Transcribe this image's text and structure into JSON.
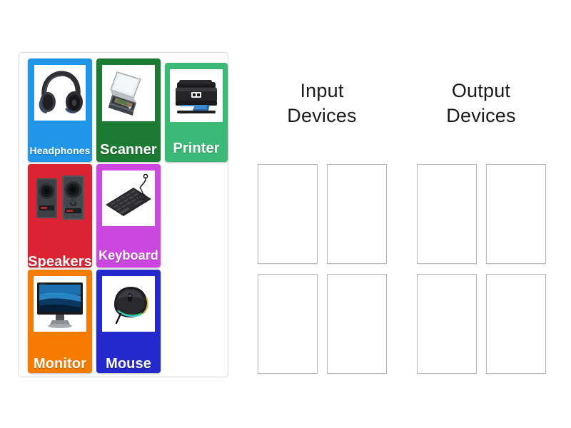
{
  "activity": {
    "type": "group-sort",
    "tray_label": "unsorted-items-tray"
  },
  "items": [
    {
      "label": "Headphones",
      "color": "#2196e8",
      "icon": "headphones-image",
      "framed": true
    },
    {
      "label": "Scanner",
      "color": "#1d7a33",
      "icon": "scanner-image",
      "framed": true
    },
    {
      "label": "Printer",
      "color": "#3bba77",
      "icon": "printer-image",
      "framed": true
    },
    {
      "label": "Speakers",
      "color": "#dc2333",
      "icon": "speakers-image",
      "framed": false
    },
    {
      "label": "Keyboard",
      "color": "#cc46e0",
      "icon": "keyboard-image",
      "framed": true
    },
    {
      "label": "Monitor",
      "color": "#f57c00",
      "icon": "monitor-image",
      "framed": true
    },
    {
      "label": "Mouse",
      "color": "#2329cc",
      "icon": "mouse-image",
      "framed": true
    }
  ],
  "categories": [
    {
      "title_line1": "Input",
      "title_line2": "Devices",
      "slots": [
        "",
        "",
        "",
        ""
      ]
    },
    {
      "title_line1": "Output",
      "title_line2": "Devices",
      "slots": [
        "",
        "",
        "",
        ""
      ]
    }
  ]
}
